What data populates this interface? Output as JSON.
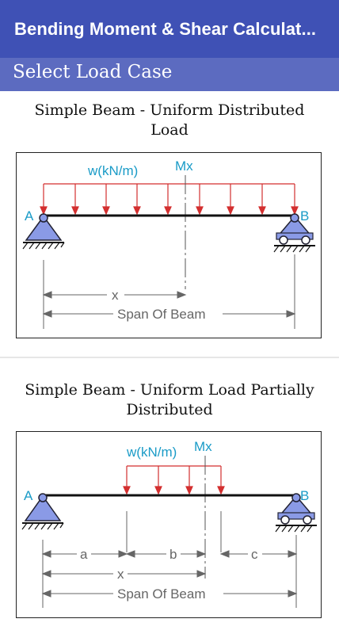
{
  "app": {
    "title": "Bending Moment & Shear Calculat...",
    "section_title": "Select Load Case"
  },
  "load_cases": [
    {
      "title_line1": "Simple Beam - Uniform Distributed",
      "title_line2": "Load",
      "labels": {
        "load": "w(kN/m)",
        "moment": "Mx",
        "support_a": "A",
        "support_b": "B",
        "x": "x",
        "span": "Span Of Beam"
      }
    },
    {
      "title_line1": "Simple Beam - Uniform Load Partially",
      "title_line2": "Distributed",
      "labels": {
        "load": "w(kN/m)",
        "moment": "Mx",
        "support_a": "A",
        "support_b": "B",
        "a": "a",
        "b": "b",
        "c": "c",
        "x": "x",
        "span": "Span Of Beam"
      }
    }
  ],
  "colors": {
    "appbar": "#3f51b5",
    "subbar": "#5c6bc0",
    "load_arrows": "#d32f2f",
    "label_text": "#1a9bc7",
    "support_fill": "#8a9ae6"
  }
}
